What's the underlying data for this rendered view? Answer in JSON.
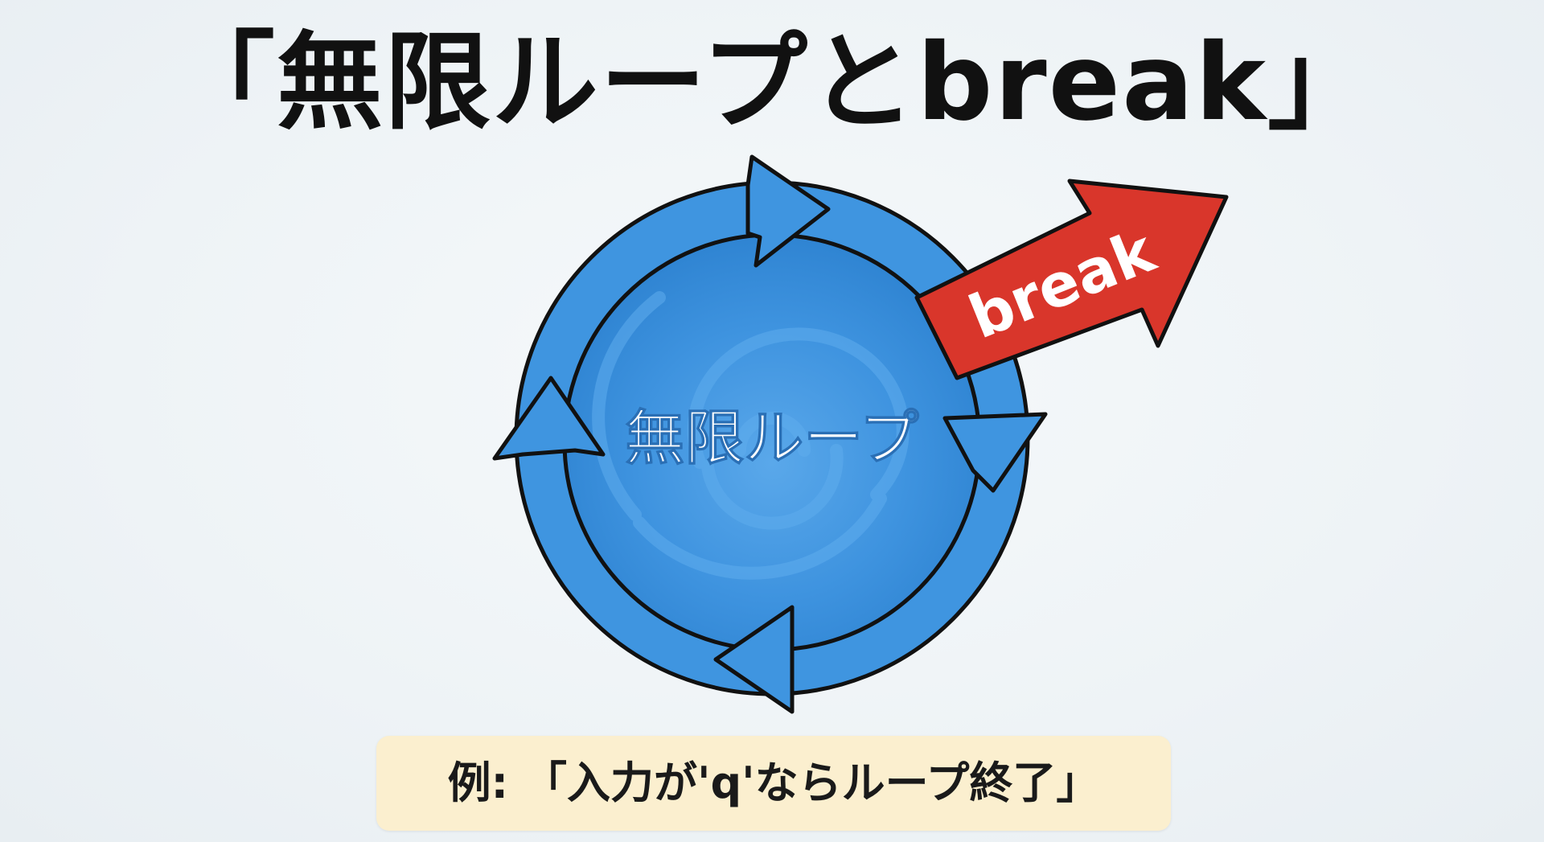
{
  "title": "「無限ループとbreak」",
  "diagram": {
    "loop_label": "無限ループ",
    "exit_label": "break",
    "colors": {
      "loop_fill": "#3f95e0",
      "loop_dark": "#2f7fcf",
      "loop_outline": "#111111",
      "exit_fill": "#d9362b",
      "label_text": "#ffffff"
    }
  },
  "example": {
    "text": "例: 「入力が'q'ならループ終了」",
    "background": "#fbefcf"
  }
}
